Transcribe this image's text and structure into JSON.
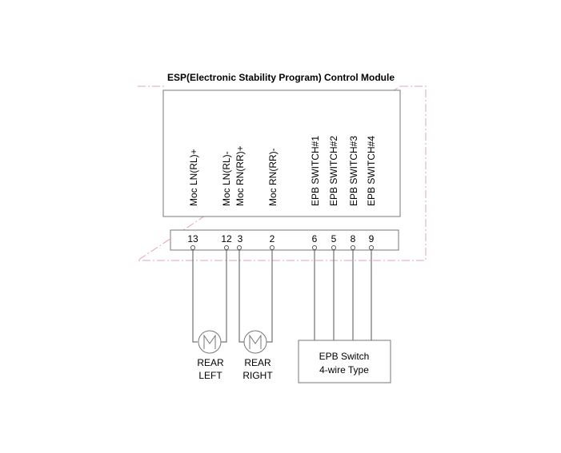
{
  "title": "ESP(Electronic Stability Program) Control Module",
  "pins": [
    {
      "number": "13",
      "label": "Moc LN(RL)+"
    },
    {
      "number": "12",
      "label": "Moc LN(RL)-"
    },
    {
      "number": "3",
      "label": "Moc RN(RR)+"
    },
    {
      "number": "2",
      "label": "Moc RN(RR)-"
    },
    {
      "number": "6",
      "label": "EPB SWITCH#1"
    },
    {
      "number": "5",
      "label": "EPB SWITCH#2"
    },
    {
      "number": "8",
      "label": "EPB SWITCH#3"
    },
    {
      "number": "9",
      "label": "EPB SWITCH#4"
    }
  ],
  "motors": [
    {
      "line1": "REAR",
      "line2": "LEFT"
    },
    {
      "line1": "REAR",
      "line2": "RIGHT"
    }
  ],
  "switch": {
    "line1": "EPB Switch",
    "line2": "4-wire Type"
  }
}
